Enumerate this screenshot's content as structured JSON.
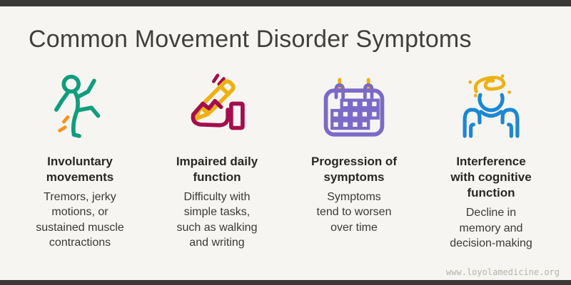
{
  "title": "Common Movement Disorder Symptoms",
  "watermark": "www.loyolamedicine.org",
  "colors": {
    "background": "#f6f5f2",
    "bars": "#3a3938",
    "title_text": "#403f3d",
    "heading_text": "#2a2825",
    "body_text": "#3b3936",
    "watermark_text": "#b7b3a9",
    "teal": "#0f9d7d",
    "orange": "#f6921e",
    "maroon": "#a40e4c",
    "gold": "#edae10",
    "purple": "#7b6ac7",
    "blue": "#1b87d3"
  },
  "columns": [
    {
      "icon": "falling-person-icon",
      "heading": "Involuntary\nmovements",
      "description": "Tremors, jerky\nmotions, or\nsustained muscle\ncontractions"
    },
    {
      "icon": "hand-writing-pencil-icon",
      "heading": "Impaired daily\nfunction",
      "description": "Difficulty with\nsimple tasks,\nsuch as walking\nand writing"
    },
    {
      "icon": "calendar-icon",
      "heading": "Progression of\nsymptoms",
      "description": "Symptoms\ntend to worsen\nover time"
    },
    {
      "icon": "dizzy-person-icon",
      "heading": "Interference\nwith cognitive\nfunction",
      "description": "Decline in\nmemory and\ndecision-making"
    }
  ]
}
